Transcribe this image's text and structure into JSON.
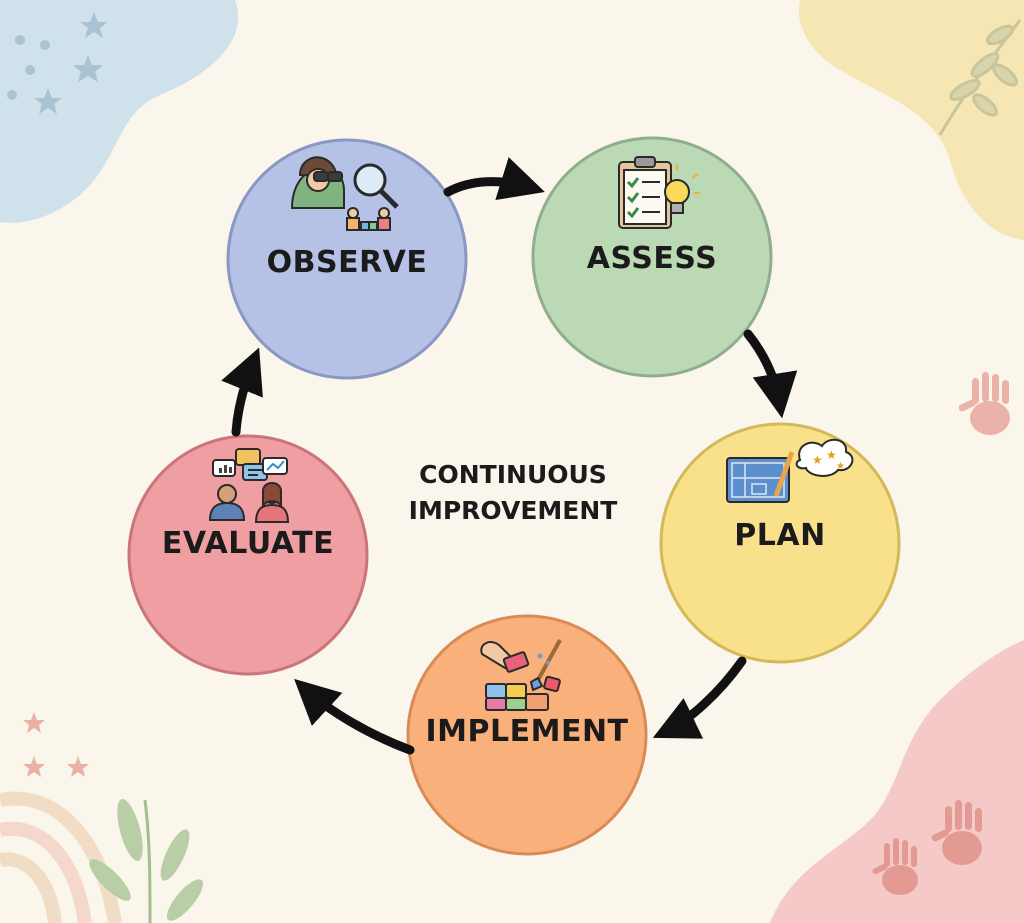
{
  "center": {
    "line1": "CONTINUOUS",
    "line2": "IMPROVEMENT"
  },
  "stages": [
    {
      "label": "OBSERVE",
      "color": "#b5c2e6",
      "icon": "binoculars-and-magnifier-icon"
    },
    {
      "label": "ASSESS",
      "color": "#bcd9b6",
      "icon": "checklist-lightbulb-icon"
    },
    {
      "label": "PLAN",
      "color": "#f8e18a",
      "icon": "blueprint-thought-bubble-icon"
    },
    {
      "label": "IMPLEMENT",
      "color": "#f9b07a",
      "icon": "building-blocks-paintbrush-icon"
    },
    {
      "label": "EVALUATE",
      "color": "#ef9ea2",
      "icon": "discussion-people-icon"
    }
  ],
  "arrow_color": "#111111",
  "decor": {
    "blob_colors": [
      "#cfe1ea",
      "#f5e6b3",
      "#f6c9c9",
      "#f3e2cf"
    ],
    "accent_colors": [
      "#e7a49a",
      "#a9bf9a",
      "#e2a39b"
    ]
  }
}
